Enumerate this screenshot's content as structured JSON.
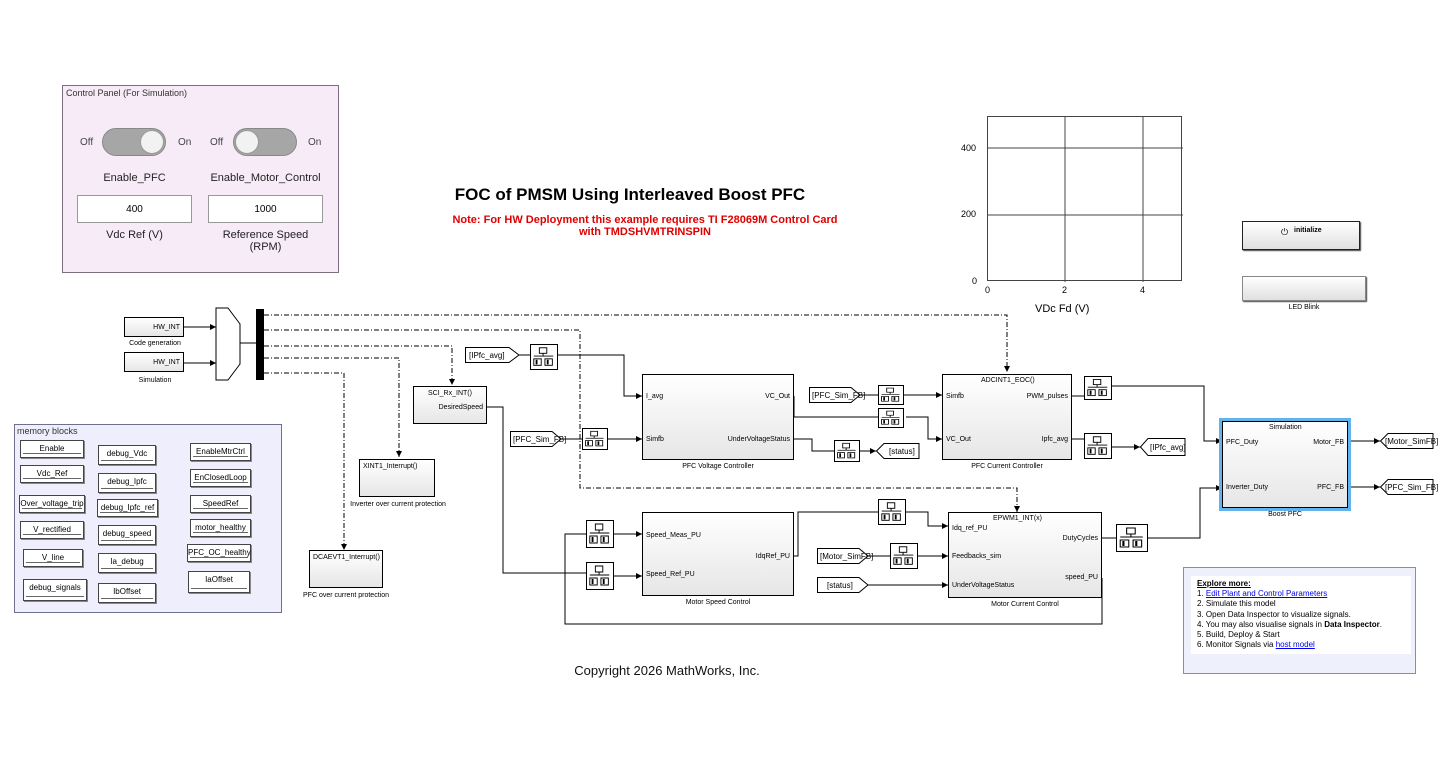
{
  "control_panel": {
    "title": "Control Panel (For Simulation)",
    "toggle1": {
      "off": "Off",
      "on": "On",
      "label": "Enable_PFC"
    },
    "toggle2": {
      "off": "Off",
      "on": "On",
      "label": "Enable_Motor_Control"
    },
    "vdc_ref": {
      "value": "400",
      "label": "Vdc Ref (V)"
    },
    "speed_ref": {
      "value": "1000",
      "label": "Reference Speed (RPM)"
    }
  },
  "title": "FOC of PMSM Using Interleaved Boost PFC",
  "note_line1": "Note: For HW Deployment this example requires TI F28069M Control Card",
  "note_line2": "with TMDSHVMTRINSPIN",
  "scope": {
    "y_ticks": [
      "400",
      "200",
      "0"
    ],
    "x_ticks": [
      "0",
      "2",
      "4"
    ],
    "label": "VDc Fd (V)"
  },
  "buttons": {
    "initialize": "initialize",
    "led_label": "LED Blink"
  },
  "variants": {
    "hw_int": "HW_INT",
    "code_gen": "Code generation",
    "simulation": "Simulation"
  },
  "tags": {
    "ipfc_avg_in": "[IPfc_avg]",
    "pfc_sim_fb_in1": "[PFC_Sim_FB]",
    "pfc_sim_fb_in2": "[PFC_Sim_FB]",
    "status_out": "[status]",
    "ipfc_avg_out": "[IPfc_avg]",
    "motor_simfb_in": "[Motor_SimFB]",
    "status_in": "[status]",
    "motor_simfb_out": "[Motor_SimFB]",
    "pfc_sim_fb_out": "[PFC_Sim_FB]"
  },
  "interrupts": {
    "sci_rx": "SCI_Rx_INT()",
    "desired_speed": "DesiredSpeed",
    "xint1": "XINT1_Interrupt()",
    "xint1_caption": "Inverter over current protection",
    "dcaevt": "DCAEVT1_Interrupt()",
    "dcaevt_caption": "PFC over current protection"
  },
  "pfc_vc": {
    "in1": "I_avg",
    "in2": "Simfb",
    "out1": "VC_Out",
    "out2": "UnderVoltageStatus",
    "caption": "PFC Voltage Controller"
  },
  "pfc_cc": {
    "trigger": "ADCINT1_EOC()",
    "in1": "Simfb",
    "in2": "VC_Out",
    "out1": "PWM_pulses",
    "out2": "Ipfc_avg",
    "caption": "PFC Current Controller"
  },
  "msc": {
    "in1": "Speed_Meas_PU",
    "in2": "Speed_Ref_PU",
    "out1": "IdqRef_PU",
    "caption": "Motor Speed Control"
  },
  "mcc": {
    "trigger": "EPWM1_INT(x)",
    "in1": "Idq_ref_PU",
    "in2": "Feedbacks_sim",
    "in3": "UnderVoltageStatus",
    "out1": "DutyCycles",
    "out2": "speed_PU",
    "caption": "Motor Current Control"
  },
  "boost": {
    "header": "Simulation",
    "in1": "PFC_Duty",
    "in2": "Inverter_Duty",
    "out1": "Motor_FB",
    "out2": "PFC_FB",
    "caption": "Boost PFC"
  },
  "memory": {
    "title": "memory blocks",
    "col1": [
      "Enable",
      "Vdc_Ref",
      "Over_voltage_trip",
      "V_rectified",
      "V_line",
      "debug_signals"
    ],
    "col2": [
      "debug_Vdc",
      "debug_Ipfc",
      "debug_Ipfc_ref",
      "debug_speed",
      "Ia_debug",
      "IbOffset"
    ],
    "col3": [
      "EnableMtrCtrl",
      "EnClosedLoop",
      "SpeedRef",
      "motor_healthy",
      "PFC_OC_healthy",
      "IaOffset"
    ]
  },
  "explore": {
    "heading": "Explore more:",
    "item1_num": "1.",
    "item1_link": "Edit Plant and Control Parameters",
    "item2": "2. Simulate this model",
    "item3": "3. Open Data Inspector to visualize signals.",
    "item4_pre": "4. You may also visualise signals in ",
    "item4_bold": "Data Inspector",
    "item4_post": ".",
    "item5": "5. Build, Deploy & Start",
    "item6_pre": "6. Monitor Signals via ",
    "item6_link": "host model"
  },
  "copyright": "Copyright 2026 MathWorks, Inc."
}
